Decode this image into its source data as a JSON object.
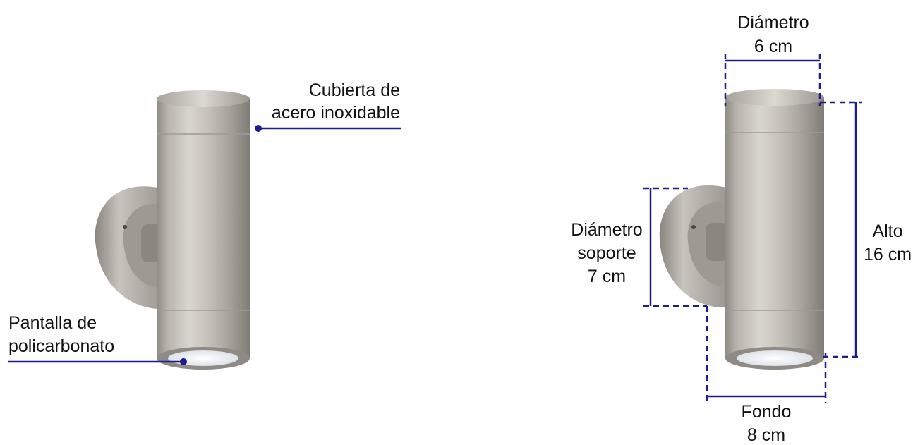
{
  "colors": {
    "accent": "#1c1c8c",
    "steel_light": "#d6d2cc",
    "steel_mid": "#aaa59e",
    "steel_dark": "#77736c",
    "text": "#111111",
    "lens": "#f4f6f8"
  },
  "callouts": {
    "housing": [
      "Cubierta de",
      "acero inoxidable"
    ],
    "lens": [
      "Pantalla de",
      "policarbonato"
    ]
  },
  "dimensions": {
    "diameter": {
      "label": "Diámetro",
      "value": "6 cm"
    },
    "height": {
      "label": "Alto",
      "value": "16 cm"
    },
    "support": {
      "label_lines": [
        "Diámetro",
        "soporte"
      ],
      "value": "7 cm"
    },
    "depth": {
      "label": "Fondo",
      "value": "8 cm"
    }
  }
}
